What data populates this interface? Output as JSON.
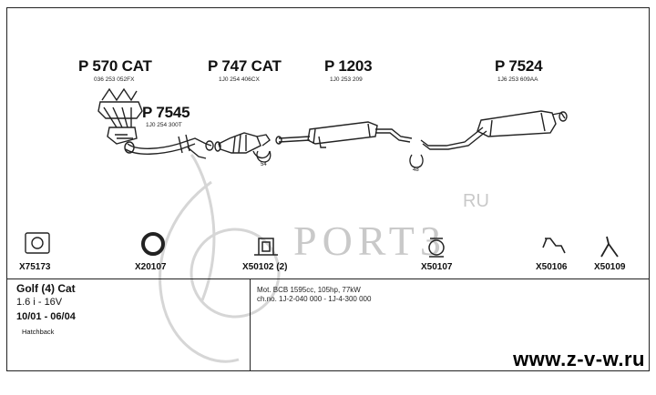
{
  "parts": [
    {
      "code": "P 570 CAT",
      "oem": "036 253 052FX"
    },
    {
      "code": "P 747 CAT",
      "oem": "1J0 254 406CX"
    },
    {
      "code": "P 1203",
      "oem": "1J0 253 209"
    },
    {
      "code": "P 7524",
      "oem": "1J6 253 609AA"
    },
    {
      "code": "P 7545",
      "oem": "1J0 254 300T"
    }
  ],
  "clamp_labels": [
    "54",
    "48"
  ],
  "accessories": [
    "X75173",
    "X20107",
    "X50102 (2)",
    "X50107",
    "X50106",
    "X50109"
  ],
  "vehicle": {
    "model": "Golf (4) Cat",
    "engine": "1.6 i - 16V",
    "years": "10/01 - 06/04",
    "body": "Hatchback"
  },
  "motor_info": {
    "line1": "Mot. BCB 1595cc, 105hp, 77kW",
    "line2": "ch.no. 1J-2-040 000 - 1J-4-300 000"
  },
  "watermark": {
    "text": "PORT3",
    "suffix": "RU"
  },
  "website": "www.z-v-w.ru"
}
